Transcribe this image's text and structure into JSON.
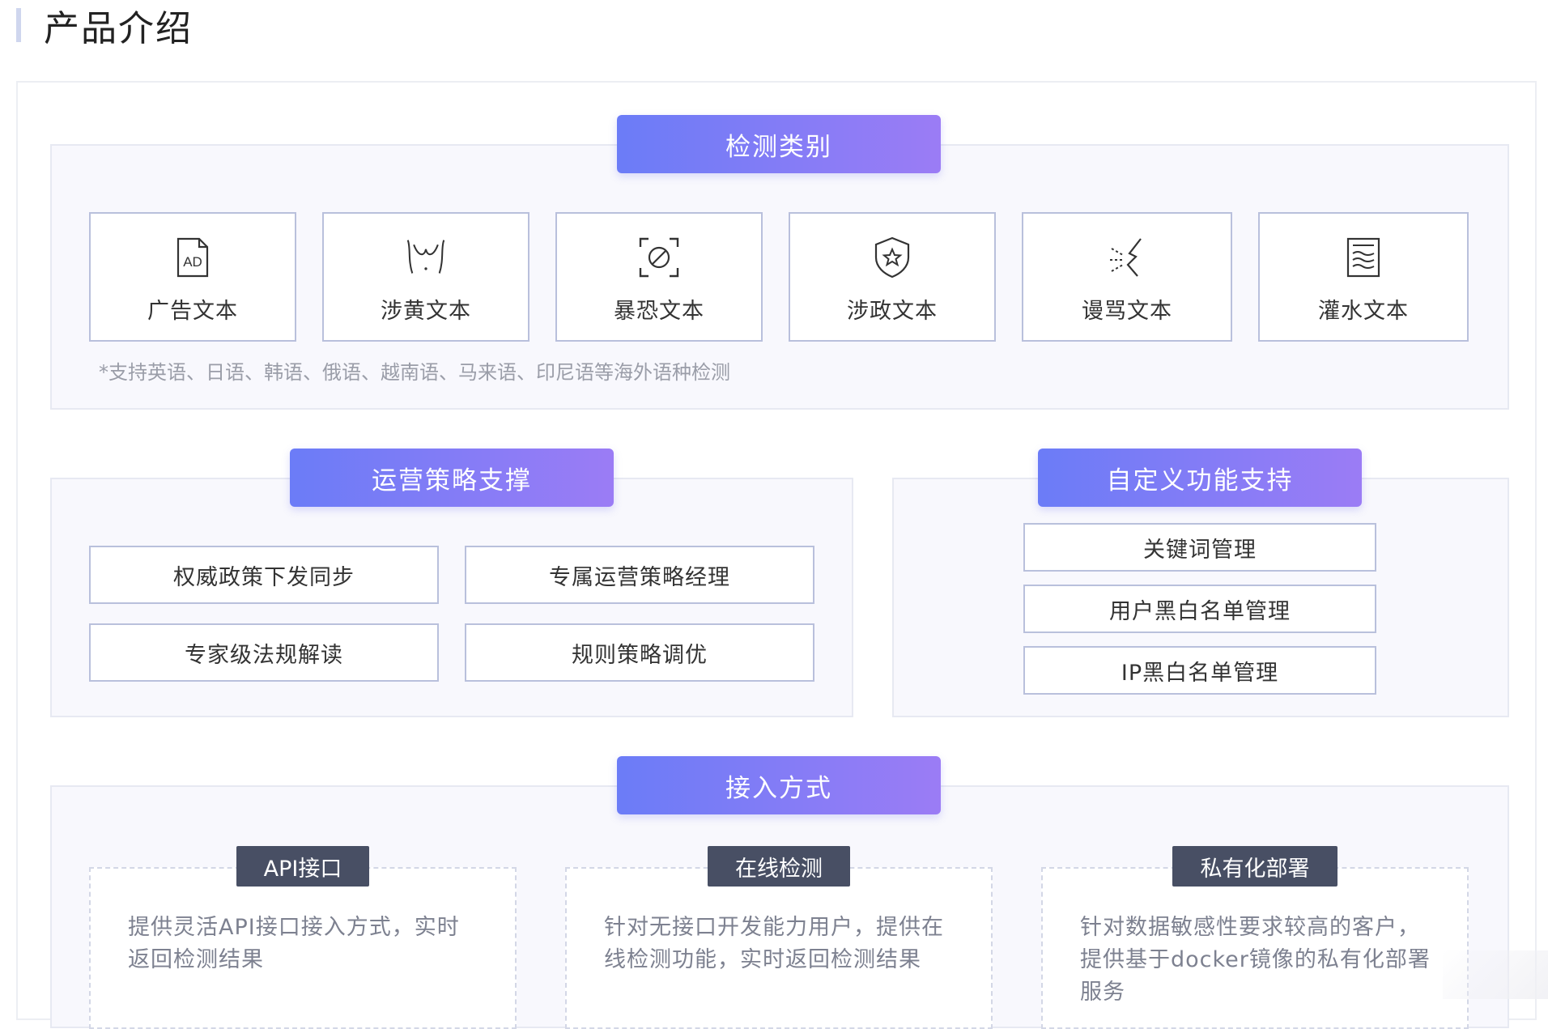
{
  "page": {
    "title": "产品介绍"
  },
  "detection": {
    "header": "检测类别",
    "categories": [
      {
        "label": "广告文本",
        "icon": "ad-document-icon",
        "icon_text": "AD"
      },
      {
        "label": "涉黄文本",
        "icon": "body-outline-icon"
      },
      {
        "label": "暴恐文本",
        "icon": "prohibited-scan-icon"
      },
      {
        "label": "涉政文本",
        "icon": "shield-star-icon"
      },
      {
        "label": "谩骂文本",
        "icon": "shout-icon"
      },
      {
        "label": "灌水文本",
        "icon": "wave-document-icon"
      }
    ],
    "note": "*支持英语、日语、韩语、俄语、越南语、马来语、印尼语等海外语种检测"
  },
  "operations": {
    "header": "运营策略支撑",
    "items": [
      "权威政策下发同步",
      "专属运营策略经理",
      "专家级法规解读",
      "规则策略调优"
    ]
  },
  "custom": {
    "header": "自定义功能支持",
    "items": [
      "关键词管理",
      "用户黑白名单管理",
      "IP黑白名单管理"
    ]
  },
  "access": {
    "header": "接入方式",
    "methods": [
      {
        "tag": "API接口",
        "desc_line1": "提供灵活API接口接入方式，实时",
        "desc_line2": "返回检测结果",
        "desc_line3": ""
      },
      {
        "tag": "在线检测",
        "desc_line1": "针对无接口开发能力用户，提供在",
        "desc_line2": "线检测功能，实时返回检测结果",
        "desc_line3": ""
      },
      {
        "tag": "私有化部署",
        "desc_line1": "针对数据敏感性要求较高的客户，",
        "desc_line2": "提供基于docker镜像的私有化部署",
        "desc_line3": "服务"
      }
    ]
  },
  "colors": {
    "accent_start": "#6b7cf7",
    "accent_end": "#9b7cf5",
    "tag_bg": "#484f64",
    "card_border": "#b9c0dc"
  }
}
